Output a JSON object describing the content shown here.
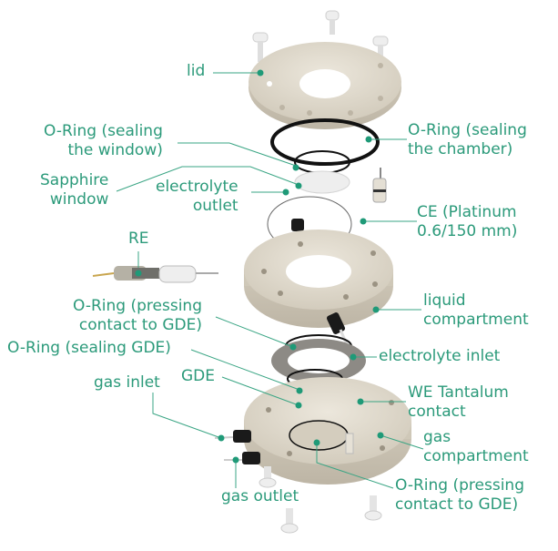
{
  "diagram": {
    "type": "exploded-view",
    "subject": "electrochemical GDE cell",
    "accent_color": "#2b9a7a",
    "part_color": "#e2dccf",
    "labels": {
      "lid": [
        "lid"
      ],
      "oring_window": [
        "O-Ring (sealing",
        "the window)"
      ],
      "oring_chamber": [
        "O-Ring (sealing",
        "the chamber)"
      ],
      "sapphire_window": [
        "Sapphire",
        "window"
      ],
      "electrolyte_outlet": [
        "electrolyte",
        "outlet"
      ],
      "ce": [
        "CE (Platinum",
        "0.6/150 mm)"
      ],
      "re": [
        "RE"
      ],
      "liquid_compartment": [
        "liquid",
        "compartment"
      ],
      "oring_pressing_top": [
        "O-Ring (pressing",
        "contact to GDE)"
      ],
      "oring_sealing_gde": [
        "O-Ring (sealing GDE)"
      ],
      "electrolyte_inlet": [
        "electrolyte inlet"
      ],
      "gde": [
        "GDE"
      ],
      "we_contact": [
        "WE Tantalum",
        "contact"
      ],
      "gas_inlet": [
        "gas inlet"
      ],
      "gas_compartment": [
        "gas",
        "compartment"
      ],
      "gas_outlet": [
        "gas outlet"
      ],
      "oring_pressing_bottom": [
        "O-Ring (pressing",
        "contact to GDE)"
      ]
    }
  }
}
